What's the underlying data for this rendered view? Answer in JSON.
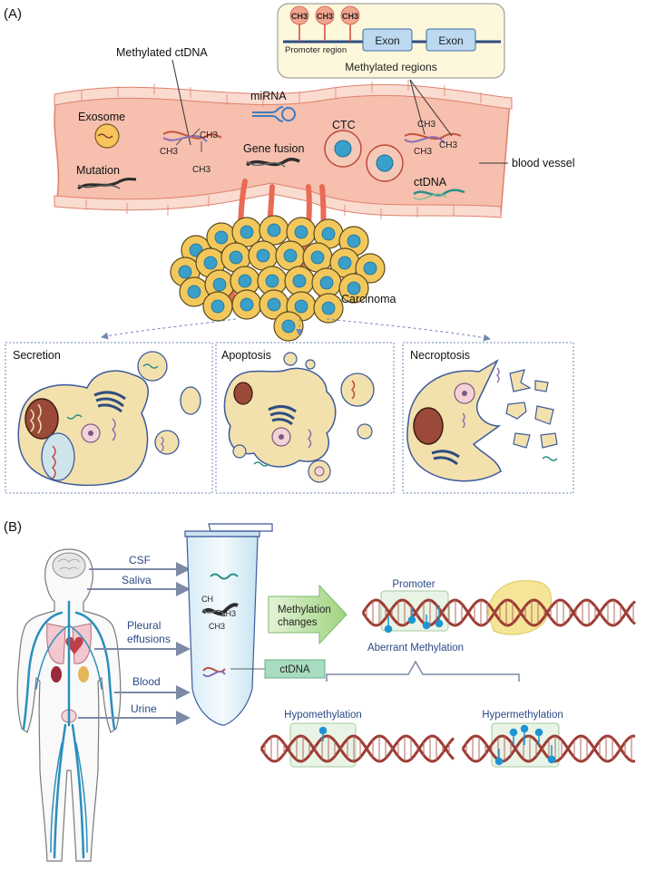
{
  "panel_a": {
    "label": "(A)",
    "inset": {
      "ch3": [
        "CH3",
        "CH3",
        "CH3"
      ],
      "promoter": "Promoter region",
      "exon1": "Exon",
      "exon2": "Exon",
      "title": "Methylated regions"
    },
    "methylated_ctdna": "Methylated ctDNA",
    "mirna": "miRNA",
    "exosome": "Exosome",
    "mutation": "Mutation",
    "ch3_marks": [
      "CH3",
      "CH3",
      "CH3"
    ],
    "gene_fusion": "Gene fusion",
    "ctc": "CTC",
    "right_ch3": [
      "CH3",
      "CH3",
      "CH3"
    ],
    "ctdna": "ctDNA",
    "blood_vessel": "blood vessel",
    "carcinoma": "Carcinoma",
    "boxes": {
      "secretion": "Secretion",
      "apoptosis": "Apoptosis",
      "necroptosis": "Necroptosis"
    }
  },
  "panel_b": {
    "label": "(B)",
    "fluids": [
      "CSF",
      "Saliva",
      "Pleural",
      "effusions",
      "Blood",
      "Urine"
    ],
    "tube_ch3": [
      "CH",
      "CH3",
      "CH3"
    ],
    "methylation_changes": [
      "Methylation",
      "changes"
    ],
    "ctdna": "ctDNA",
    "promoter": "Promoter",
    "aberrant": "Aberrant Methylation",
    "hypo": "Hypomethylation",
    "hyper": "Hypermethylation"
  },
  "colors": {
    "vessel": "#f6bfae",
    "vessel_edge": "#e0806c",
    "cell_fill": "#f4e3b2",
    "cell_edge": "#3c5a9c",
    "nucleus": "#3a9fc9",
    "dna": "#9e3c34",
    "methyl_dot": "#1e94d4",
    "vein": "#2a8fbc",
    "arrow_green": "#b9e0a2"
  }
}
